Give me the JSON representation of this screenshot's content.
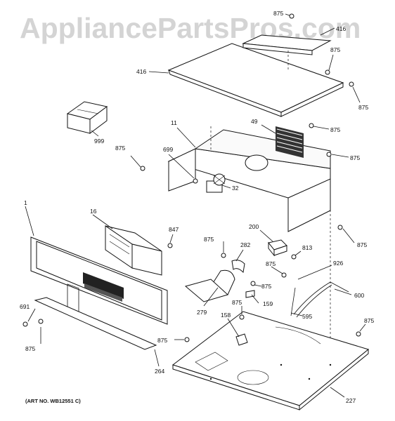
{
  "watermark": "AppliancePartsPros.com",
  "art_number": "(ART NO. WB12551 C)",
  "callouts": {
    "c416a": "416",
    "c416b": "416",
    "c875_1": "875",
    "c875_2": "875",
    "c875_3": "875",
    "c875_4": "875",
    "c875_5": "875",
    "c875_6": "875",
    "c875_7": "875",
    "c875_8": "875",
    "c875_9": "875",
    "c875_10": "875",
    "c875_11": "875",
    "c875_12": "875",
    "c875_13": "875",
    "c875_14": "875",
    "c999": "999",
    "c11": "11",
    "c49": "49",
    "c699": "699",
    "c32": "32",
    "c1": "1",
    "c16": "16",
    "c847": "847",
    "c200": "200",
    "c282": "282",
    "c813": "813",
    "c926": "926",
    "c600": "600",
    "c279": "279",
    "c159": "159",
    "c158": "158",
    "c595": "595",
    "c691": "691",
    "c264": "264",
    "c227": "227"
  }
}
